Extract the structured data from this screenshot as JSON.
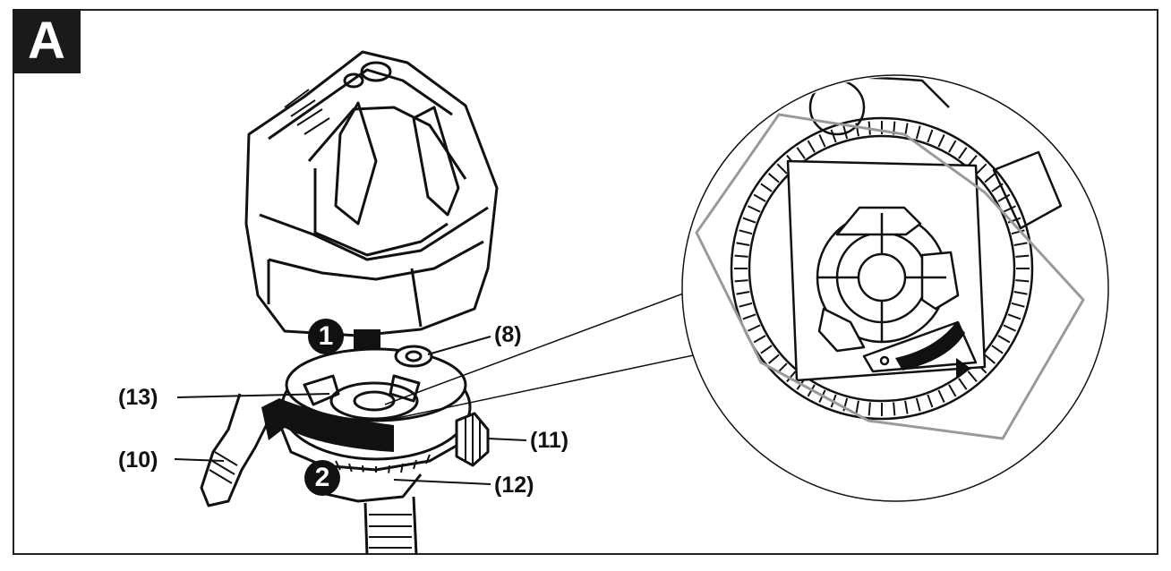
{
  "figure": {
    "letter": "A",
    "callouts": {
      "c8": "(8)",
      "c13": "(13)",
      "c10": "(10)",
      "c11": "(11)",
      "c12": "(12)"
    },
    "steps": {
      "s1": "1",
      "s2": "2"
    }
  },
  "colors": {
    "ink": "#111111",
    "frame": "#222222",
    "detail_outline": "#9a9a9a"
  }
}
